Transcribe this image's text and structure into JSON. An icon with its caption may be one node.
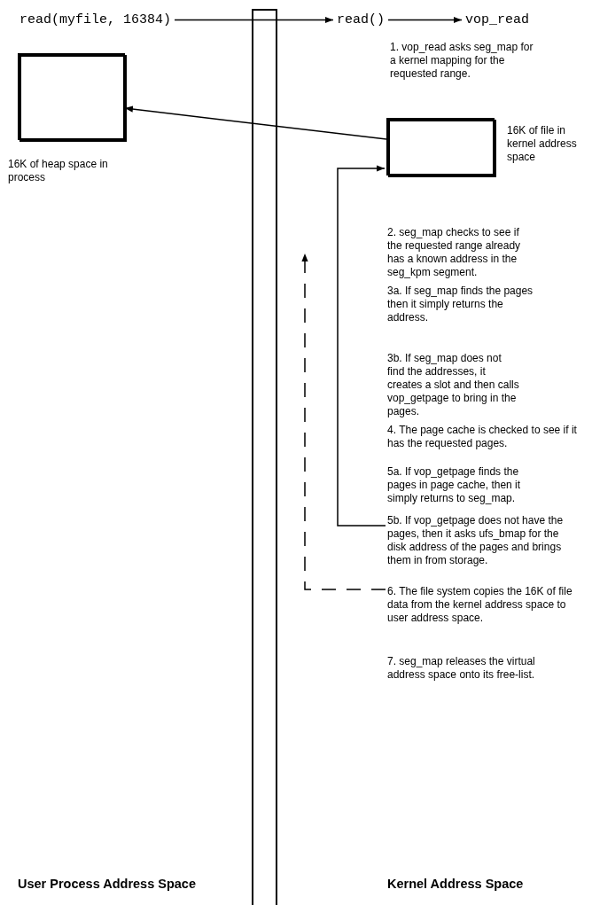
{
  "diagram": {
    "nodes": [
      {
        "text": [
          "read(myfile, 16384)"
        ]
      },
      {
        "text": [
          "read()"
        ]
      },
      {
        "text": [
          "vop_read"
        ]
      },
      {
        "text": [],
        "shape": "box",
        "beside": [
          "16K of heap space in process"
        ]
      },
      {
        "text": [],
        "shape": "box",
        "beside": [
          "16K of file in kernel address space"
        ]
      },
      {
        "text": [
          "5b. If vop_getpage does not have the pages, then it asks ufs_bmap for the disk address of the pages and brings them in from storage."
        ]
      },
      {
        "text": [
          "6. The file system copies the 16K of file data from the kernel address space to user address space."
        ]
      }
    ],
    "edges": [
      {
        "from": 0,
        "to": 1,
        "arrow": "to"
      },
      {
        "from": 1,
        "to": 2,
        "arrow": "to"
      },
      {
        "from": 4,
        "to": 3,
        "arrow": "to"
      },
      {
        "from": 5,
        "to": 4,
        "arrow": "to"
      },
      {
        "from": 6,
        "to": null,
        "arrow": "to",
        "style": "dashed"
      }
    ],
    "labels": [
      "1. vop_read asks seg_map for a kernel mapping for the requested range.",
      "2. seg_map checks to see if the requested range already has a known address in the seg_kpm segment.",
      "3a. If seg_map finds the pages then it simply returns the address.",
      "3b. If seg_map does not find the addresses, it creates a slot and then calls vop_getpage to bring in the pages.",
      "4. The page cache is checked to see if it has the requested pages.",
      "5a. If vop_getpage finds the pages in page cache, then it simply returns to seg_map.",
      "7. seg_map releases the virtual address space onto its free-list.",
      "User Process Address Space",
      "Kernel Address Space"
    ]
  }
}
